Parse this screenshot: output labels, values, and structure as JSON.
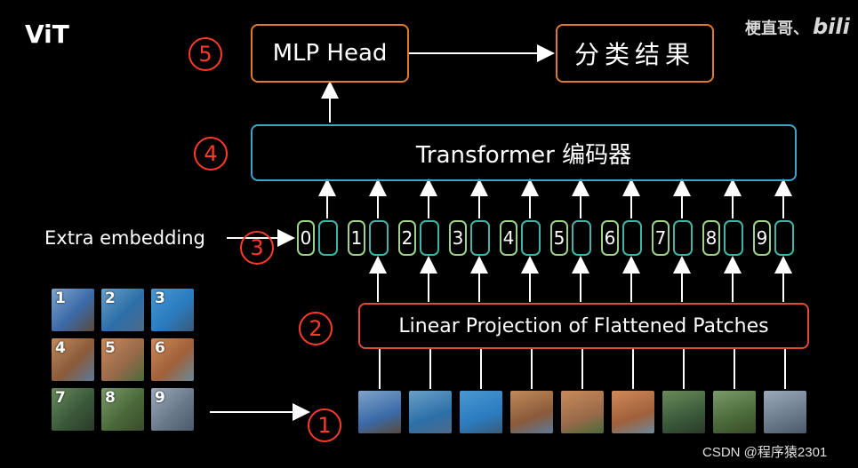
{
  "title": "ViT",
  "watermark": {
    "text": "梗直哥、",
    "logo": "bili"
  },
  "credit": "CSDN @程序猿2301",
  "steps": {
    "s1": "1",
    "s2": "2",
    "s3": "3",
    "s4": "4",
    "s5": "5"
  },
  "mlp_head": "MLP Head",
  "result": "分类结果",
  "transformer": "Transformer 编码器",
  "linear_projection": "Linear Projection of Flattened Patches",
  "extra_embedding": "Extra embedding",
  "tokens": [
    "0",
    "1",
    "2",
    "3",
    "4",
    "5",
    "6",
    "7",
    "8",
    "9"
  ],
  "grid_labels": [
    "1",
    "2",
    "3",
    "4",
    "5",
    "6",
    "7",
    "8",
    "9"
  ],
  "colors": {
    "orange": "#e07a2a",
    "blue": "#3ea4c8",
    "red": "#e0493a",
    "green": "#9fd18a",
    "teal": "#3fb5a8",
    "circle": "#ff3a2a"
  }
}
